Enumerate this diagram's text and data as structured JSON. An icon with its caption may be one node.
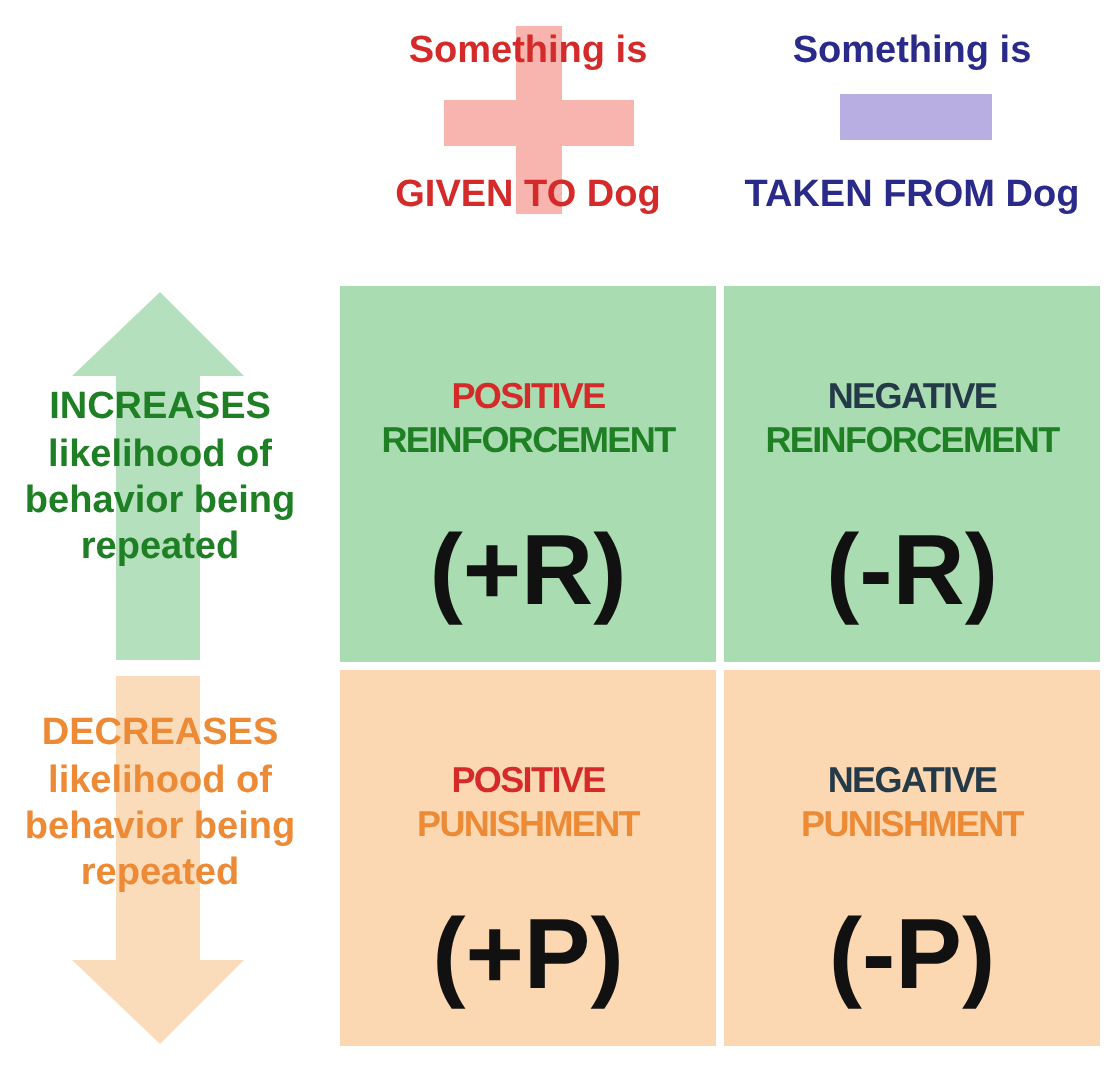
{
  "diagram": {
    "nodes": [
      {
        "text": [
          "POSITIVE",
          "REINFORCEMENT",
          "(+R)"
        ]
      },
      {
        "text": [
          "NEGATIVE",
          "REINFORCEMENT",
          "(-R)"
        ]
      },
      {
        "text": [
          "POSITIVE",
          "PUNISHMENT",
          "(+P)"
        ]
      },
      {
        "text": [
          "NEGATIVE",
          "PUNISHMENT",
          "(-P)"
        ]
      }
    ],
    "labels": [
      "Something is",
      "GIVEN TO Dog",
      "Something is",
      "TAKEN FROM Dog",
      "INCREASES",
      "likelihood of behavior being repeated",
      "DECREASES",
      "likelihood of behavior being repeated"
    ]
  }
}
